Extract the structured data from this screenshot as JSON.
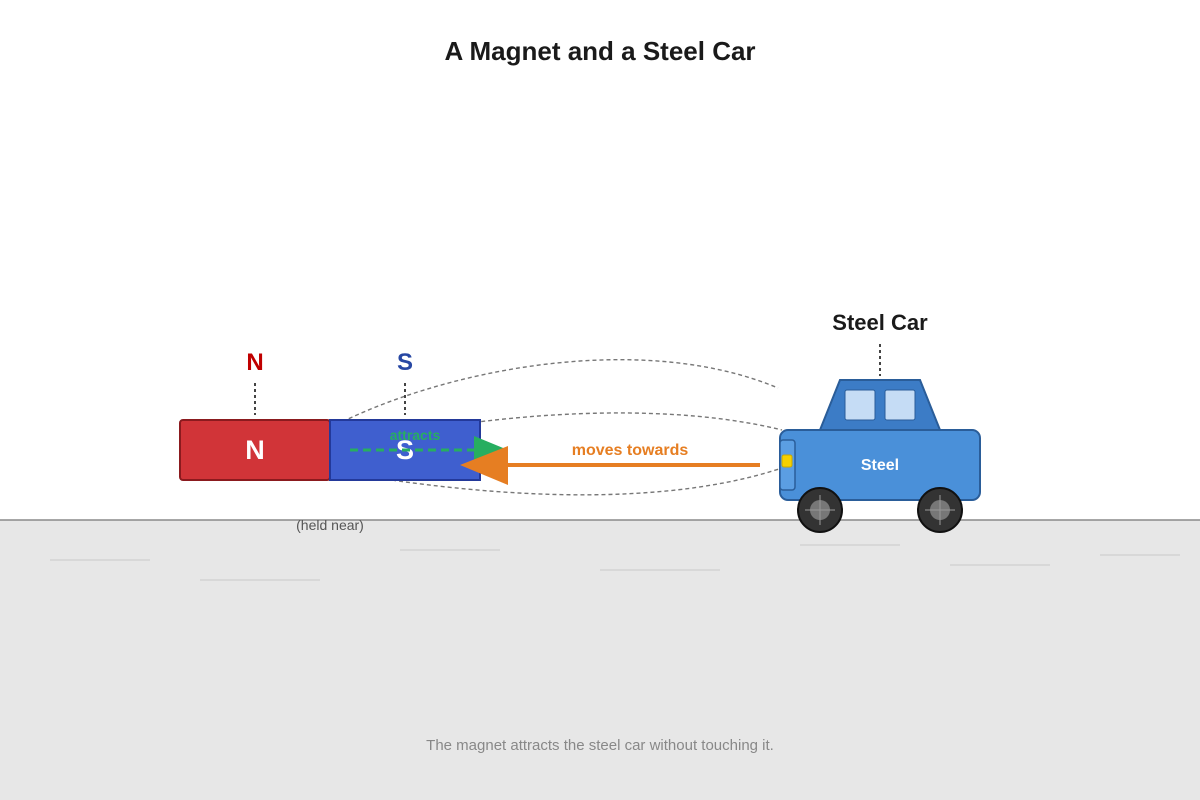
{
  "title": "A Magnet and a Steel Car",
  "magnet": {
    "pole_label_north": "N",
    "pole_label_south": "S",
    "north_block_label": "N",
    "south_block_label": "S",
    "note": "(held near)"
  },
  "car": {
    "title": "Steel Car",
    "body_label": "Steel"
  },
  "arrows": {
    "attracts_label": "attracts",
    "moves_label": "moves towards"
  },
  "caption": "The magnet attracts the steel car without touching it.",
  "colors": {
    "north": "#d13438",
    "north_label": "#c00000",
    "south": "#3f5fcf",
    "south_label": "#2747a3",
    "car_body": "#4a90d9",
    "attract_arrow": "#27ae60",
    "move_arrow": "#e67e22",
    "ground": "#e7e7e7"
  }
}
